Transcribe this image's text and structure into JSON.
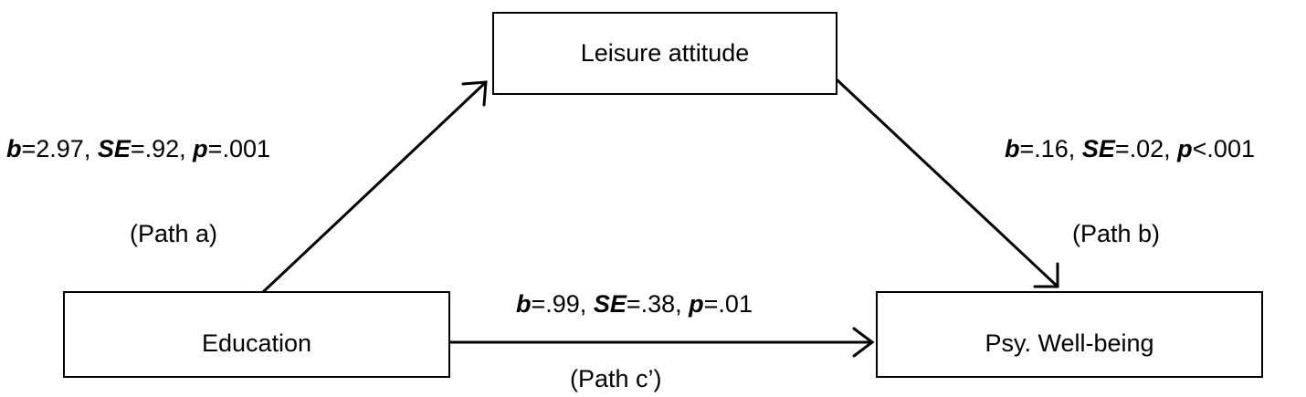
{
  "nodes": {
    "leisure": "Leisure attitude",
    "education": "Education",
    "wellbeing": "Psy. Well-being"
  },
  "paths": {
    "a": {
      "b_sym": "b",
      "b_val": "=2.97, ",
      "se_sym": "SE",
      "se_val": "=.92, ",
      "p_sym": "p",
      "p_val": "=.001",
      "name": "(Path a)"
    },
    "b": {
      "b_sym": "b",
      "b_val": "=.16, ",
      "se_sym": "SE",
      "se_val": "=.02, ",
      "p_sym": "p",
      "p_val": "<.001",
      "name": "(Path b)"
    },
    "c": {
      "b_sym": "b",
      "b_val": "=.99, ",
      "se_sym": "SE",
      "se_val": "=.38, ",
      "p_sym": "p",
      "p_val": "=.01",
      "name": "(Path c’)"
    }
  }
}
